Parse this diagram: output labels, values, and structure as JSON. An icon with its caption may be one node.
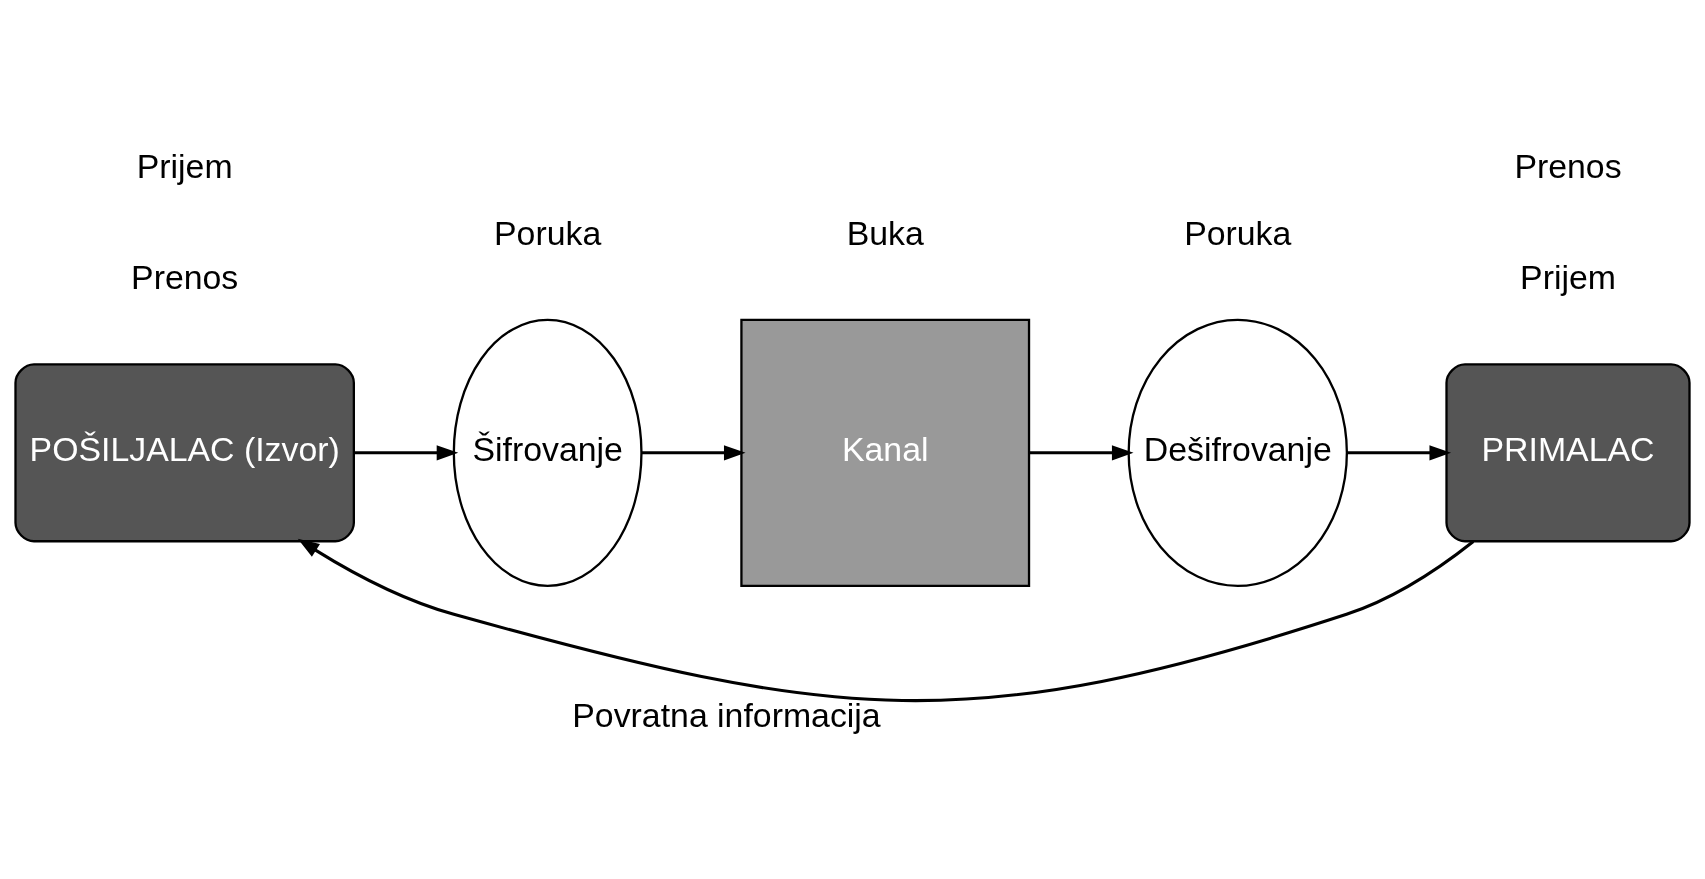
{
  "diagram": {
    "nodes": [
      {
        "text": [
          "POŠILJALAC (Izvor)"
        ]
      },
      {
        "text": [
          "Šifrovanje"
        ]
      },
      {
        "text": [
          "Kanal"
        ]
      },
      {
        "text": [
          "Dešifrovanje"
        ]
      },
      {
        "text": [
          "PRIMALAC"
        ]
      }
    ],
    "edges": [
      {
        "from": 0,
        "to": 1,
        "arrow": "to"
      },
      {
        "from": 1,
        "to": 2,
        "arrow": "to"
      },
      {
        "from": 2,
        "to": 3,
        "arrow": "to"
      },
      {
        "from": 3,
        "to": 4,
        "arrow": "to"
      },
      {
        "from": 4,
        "to": 0,
        "arrow": "to",
        "label": "Povratna informacija"
      }
    ],
    "labels": [
      "Prenos",
      "Prijem",
      "Poruka",
      "Poruka",
      "Buka",
      "Prijem",
      "Prenos"
    ]
  }
}
